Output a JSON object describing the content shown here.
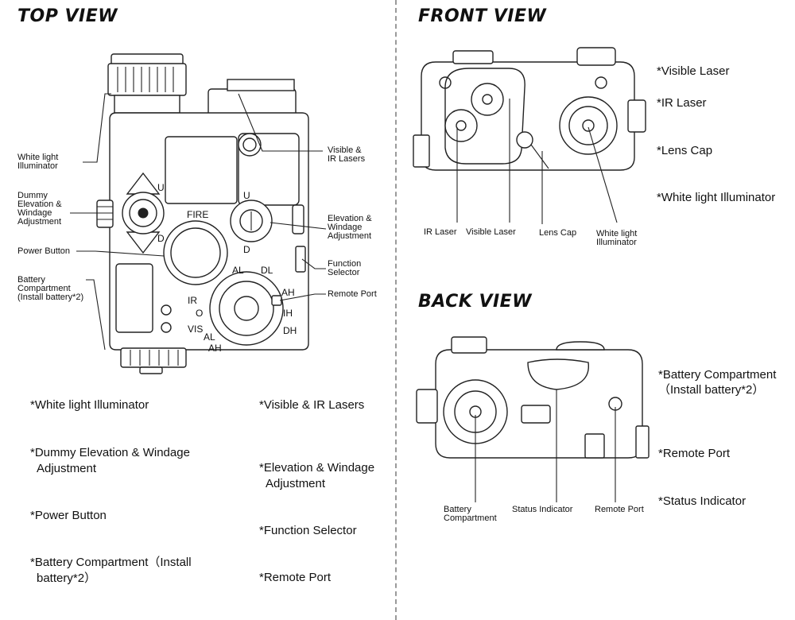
{
  "headings": {
    "top_view": "TOP VIEW",
    "front_view": "FRONT VIEW",
    "back_view": "BACK VIEW"
  },
  "top_view": {
    "callouts": {
      "white_light": [
        "White light",
        "Illuminator"
      ],
      "dummy_adj": [
        "Dummy",
        "Elevation &",
        "Windage",
        "Adjustment"
      ],
      "power_button": [
        "Power Button"
      ],
      "battery": [
        "Battery",
        "Compartment",
        "(Install battery*2)"
      ],
      "visible_ir": [
        "Visible &",
        "IR Lasers"
      ],
      "elev_adj": [
        "Elevation &",
        "Windage",
        "Adjustment"
      ],
      "function_selector": [
        "Function",
        "Selector"
      ],
      "remote_port": [
        "Remote Port"
      ]
    },
    "device_markings": {
      "fire": "FIRE",
      "u_left": "U",
      "d_left": "D",
      "u_right": "U",
      "d_right": "D",
      "al": "AL",
      "dl": "DL",
      "ir": "IR",
      "o": "O",
      "vis": "VIS",
      "al2": "AL",
      "ah": "AH",
      "ah2": "AH",
      "ih": "IH",
      "dh": "DH"
    },
    "features": [
      [
        "*White light Illuminator"
      ],
      [
        "*Dummy Elevation & Windage",
        "Adjustment"
      ],
      [
        "*Power Button"
      ],
      [
        "*Battery Compartment（Install",
        "battery*2）"
      ],
      [
        "*Visible & IR Lasers"
      ],
      [
        "*Elevation & Windage",
        "Adjustment"
      ],
      [
        "*Function Selector"
      ],
      [
        "*Remote Port"
      ]
    ]
  },
  "front_view": {
    "callouts": {
      "ir_laser": [
        "IR Laser"
      ],
      "visible_laser": [
        "Visible Laser"
      ],
      "lens_cap": [
        "Lens Cap"
      ],
      "white_light": [
        "White light",
        "Illuminator"
      ]
    },
    "features": [
      "*Visible Laser",
      "*IR Laser",
      "*Lens Cap",
      "*White light Illuminator"
    ]
  },
  "back_view": {
    "callouts": {
      "battery": [
        "Battery",
        "Compartment"
      ],
      "status": [
        "Status Indicator"
      ],
      "remote_port": [
        "Remote Port"
      ]
    },
    "features": [
      [
        "*Battery Compartment",
        "（Install battery*2）"
      ],
      [
        "*Remote Port"
      ],
      [
        "*Status Indicator"
      ]
    ]
  }
}
